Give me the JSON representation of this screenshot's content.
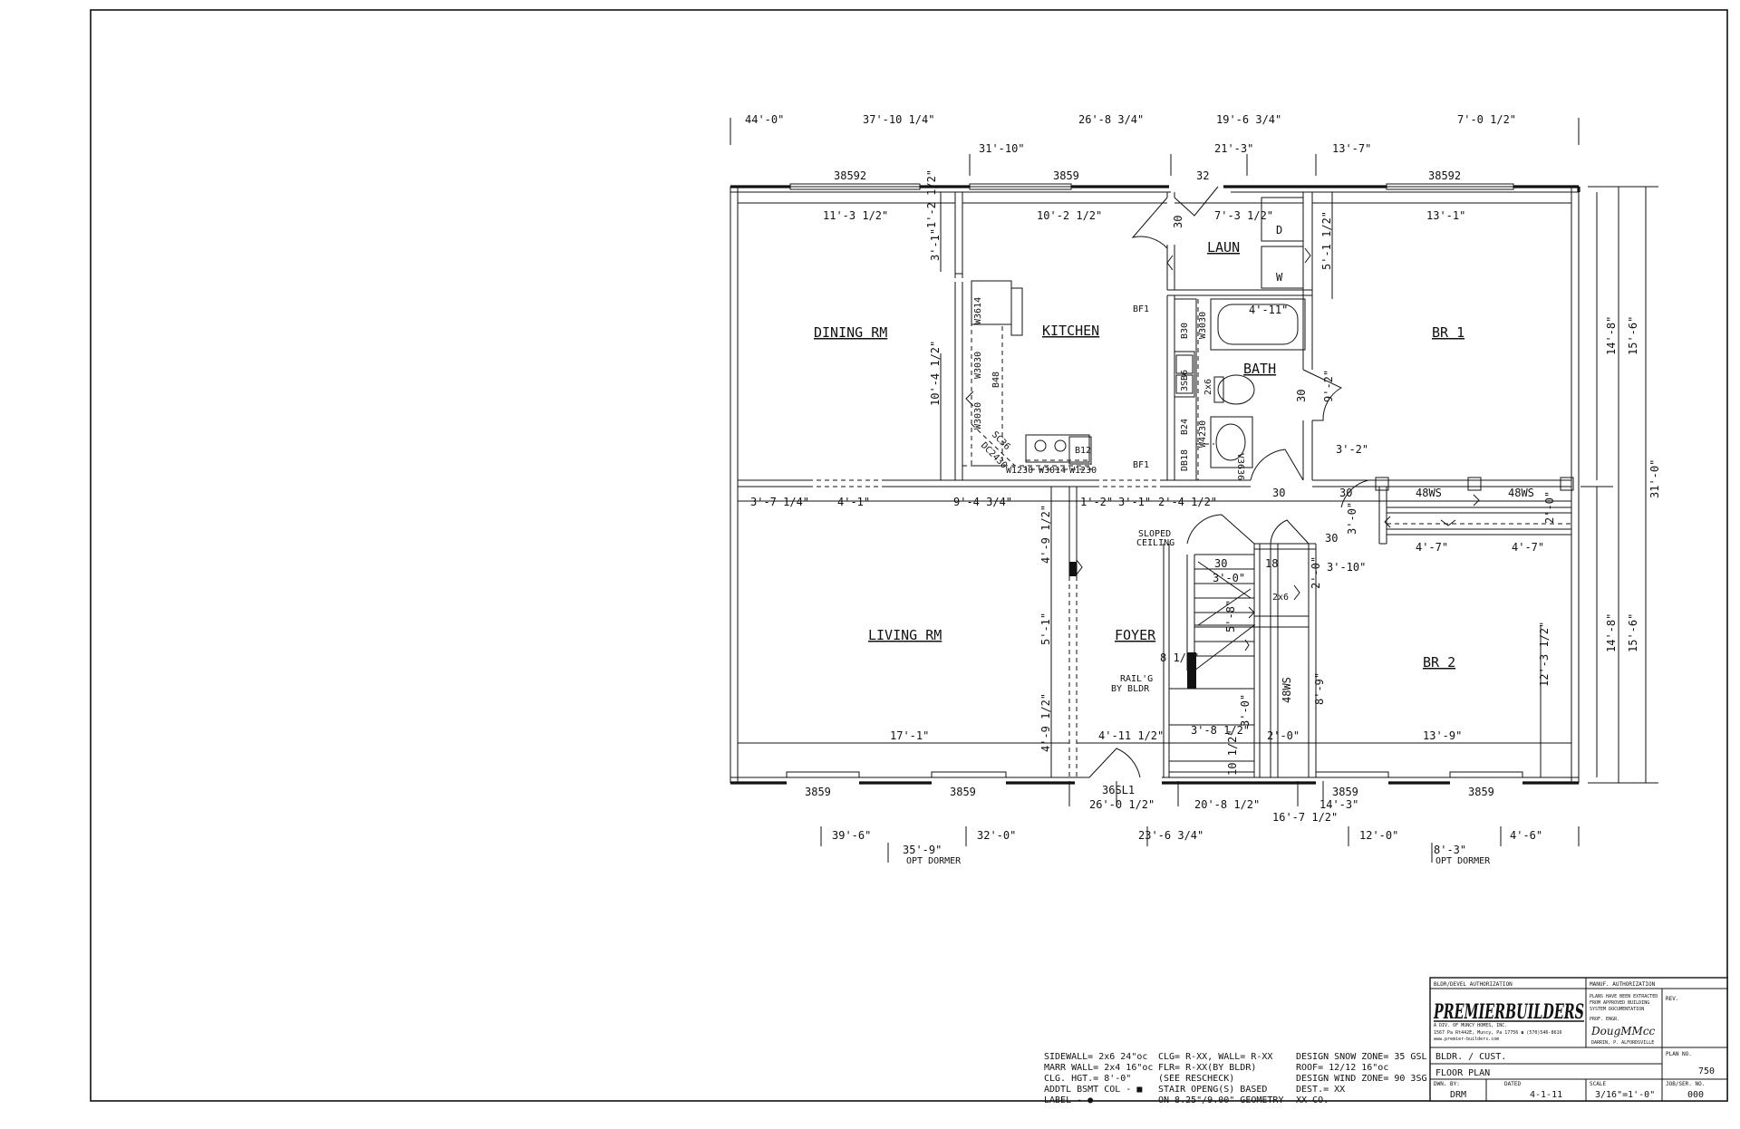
{
  "plan": {
    "rooms": {
      "dining": "DINING RM",
      "kitchen": "KITCHEN",
      "laun": "LAUN",
      "bath": "BATH",
      "br1": "BR 1",
      "living": "LIVING RM",
      "foyer": "FOYER",
      "br2": "BR 2"
    },
    "top_running_dims": [
      "44'-0\"",
      "37'-10 1/4\"",
      "26'-8 3/4\"",
      "19'-6 3/4\"",
      "7'-0 1/2\""
    ],
    "top_running_dims_2": [
      "31'-10\"",
      "21'-3\"",
      "13'-7\""
    ],
    "top_windows": [
      "38592",
      "3859",
      "32",
      "38592"
    ],
    "bottom_windows": [
      "3859",
      "3859",
      "36SL1",
      "3859",
      "3859"
    ],
    "bottom_dims": [
      "26'-0 1/2\"",
      "20'-8 1/2\"",
      "14'-3\"",
      "16'-7 1/2\""
    ],
    "bottom_running_dims": [
      "39'-6\"",
      "32'-0\"",
      "23'-6 3/4\"",
      "12'-0\"",
      "4'-6\""
    ],
    "dormers": [
      {
        "dim": "35'-9\"",
        "label": "OPT DORMER"
      },
      {
        "dim": "8'-3\"",
        "label": "OPT DORMER"
      }
    ],
    "interior_dims": {
      "d1": "11'-3 1/2\"",
      "d2": "1'-2 1/2\"",
      "d3": "10'-2 1/2\"",
      "d4": "7'-3 1/2\"",
      "d5": "13'-1\"",
      "d6": "3'-1\"",
      "d7": "10'-4 1/2\"",
      "d8": "5'-1 1/2\"",
      "d9": "4'-11\"",
      "d10": "9'-2\"",
      "d11": "3'-2\"",
      "d12": "3'-7 1/4\"",
      "d13": "4'-1\"",
      "d14": "9'-4 3/4\"",
      "d15": "1'-2\"",
      "d16": "3'-1\"",
      "d17": "2'-4 1/2\"",
      "d18": "4'-9 1/2\"",
      "d19": "5'-1\"",
      "d20": "4'-9 1/2\"",
      "d21": "17'-1\"",
      "d22": "4'-11 1/2\"",
      "d23": "3'-8 1/2\"",
      "d24": "2'-0\"",
      "d25": "13'-9\"",
      "d26": "4'-7\"",
      "d27": "4'-7\"",
      "d28": "3'-0\"",
      "d29": "2'-0\"",
      "d30": "3'-0\"",
      "d31": "2'-0\"",
      "d32": "3'-10\"",
      "d33": "5'-8\"",
      "d34": "8 1/2\"",
      "d35": "3'-0\"",
      "d36": "10 1/2\"",
      "d37": "8'-9\"",
      "d38": "12'-3 1/2\"",
      "d39": "14'-8\"",
      "d40": "15'-6\"",
      "d41": "14'-8\"",
      "d42": "15'-6\"",
      "d43": "31'-0\""
    },
    "door_labels": [
      "30",
      "30",
      "30",
      "30",
      "30",
      "30",
      "18",
      "48WS",
      "48WS",
      "48WS"
    ],
    "cabinet_labels": [
      "W3614",
      "W3030",
      "B48",
      "W3030",
      "SC36",
      "DC2430",
      "W1230",
      "W3014",
      "W1230",
      "B12",
      "B30",
      "W3030",
      "3SB6",
      "2x6",
      "B24",
      "W4230",
      "DB18",
      "V3636",
      "2x6",
      "D",
      "W"
    ],
    "bf_labels": [
      "BF1",
      "BF1"
    ],
    "notes": {
      "sloped": [
        "SLOPED",
        "CEILING"
      ],
      "railing": [
        "RAIL'G",
        "BY BLDR"
      ]
    }
  },
  "specs": {
    "col1": [
      "SIDEWALL=  2x6 24\"oc",
      "MARR WALL=  2x4 16\"oc",
      "CLG. HGT.=  8'-0\"",
      "ADDTL BSMT COL - ■",
      "LABEL - ●"
    ],
    "col2": [
      "CLG= R-XX, WALL= R-XX",
      "  FLR= R-XX(BY BLDR)",
      "  (SEE RESCHECK)",
      "STAIR OPENG(S) BASED",
      "  ON 8.25\"/9.00\" GEOMETRY"
    ],
    "col3": [
      "DESIGN SNOW ZONE= 35 GSL",
      "ROOF= 12/12 16\"oc",
      "DESIGN WIND ZONE= 90 3SG",
      "DEST.= XX",
      "  XX CO."
    ]
  },
  "title_block": {
    "bldr_auth": "BLDR/DEVEL AUTHORIZATION",
    "manuf_auth": "MANUF. AUTHORIZATION",
    "logo": "PREMIERBUILDERS",
    "division": "A DIV. OF MUNCY HOMES, INC.",
    "address": "1567 Pa Rt442E, Muncy, Pa 17756  ☎ (570)546-8616",
    "website": "www.premier-builders.com",
    "cert_note": [
      "PLANS HAVE BEEN EXTRACTED",
      "FROM APPROVED BUILDING",
      "SYSTEM DOCUMENTATION"
    ],
    "prof_eng": "PROF. ENGR.",
    "engineer": "DARRIN, P. ALFORDSVILLE",
    "signature": "DougMMcc",
    "rev_label": "REV.",
    "customer": "BLDR. / CUST.",
    "sheet_title": "FLOOR PLAN",
    "plan_no_label": "PLAN NO.",
    "plan_no": "750",
    "dwn_by_label": "DWN. BY:",
    "dwn_by": "DRM",
    "dated_label": "DATED",
    "dated": "4-1-11",
    "scale_label": "SCALE",
    "scale": "3/16\"=1'-0\"",
    "job_label": "JOB/SER. NO.",
    "job_no": "000"
  }
}
